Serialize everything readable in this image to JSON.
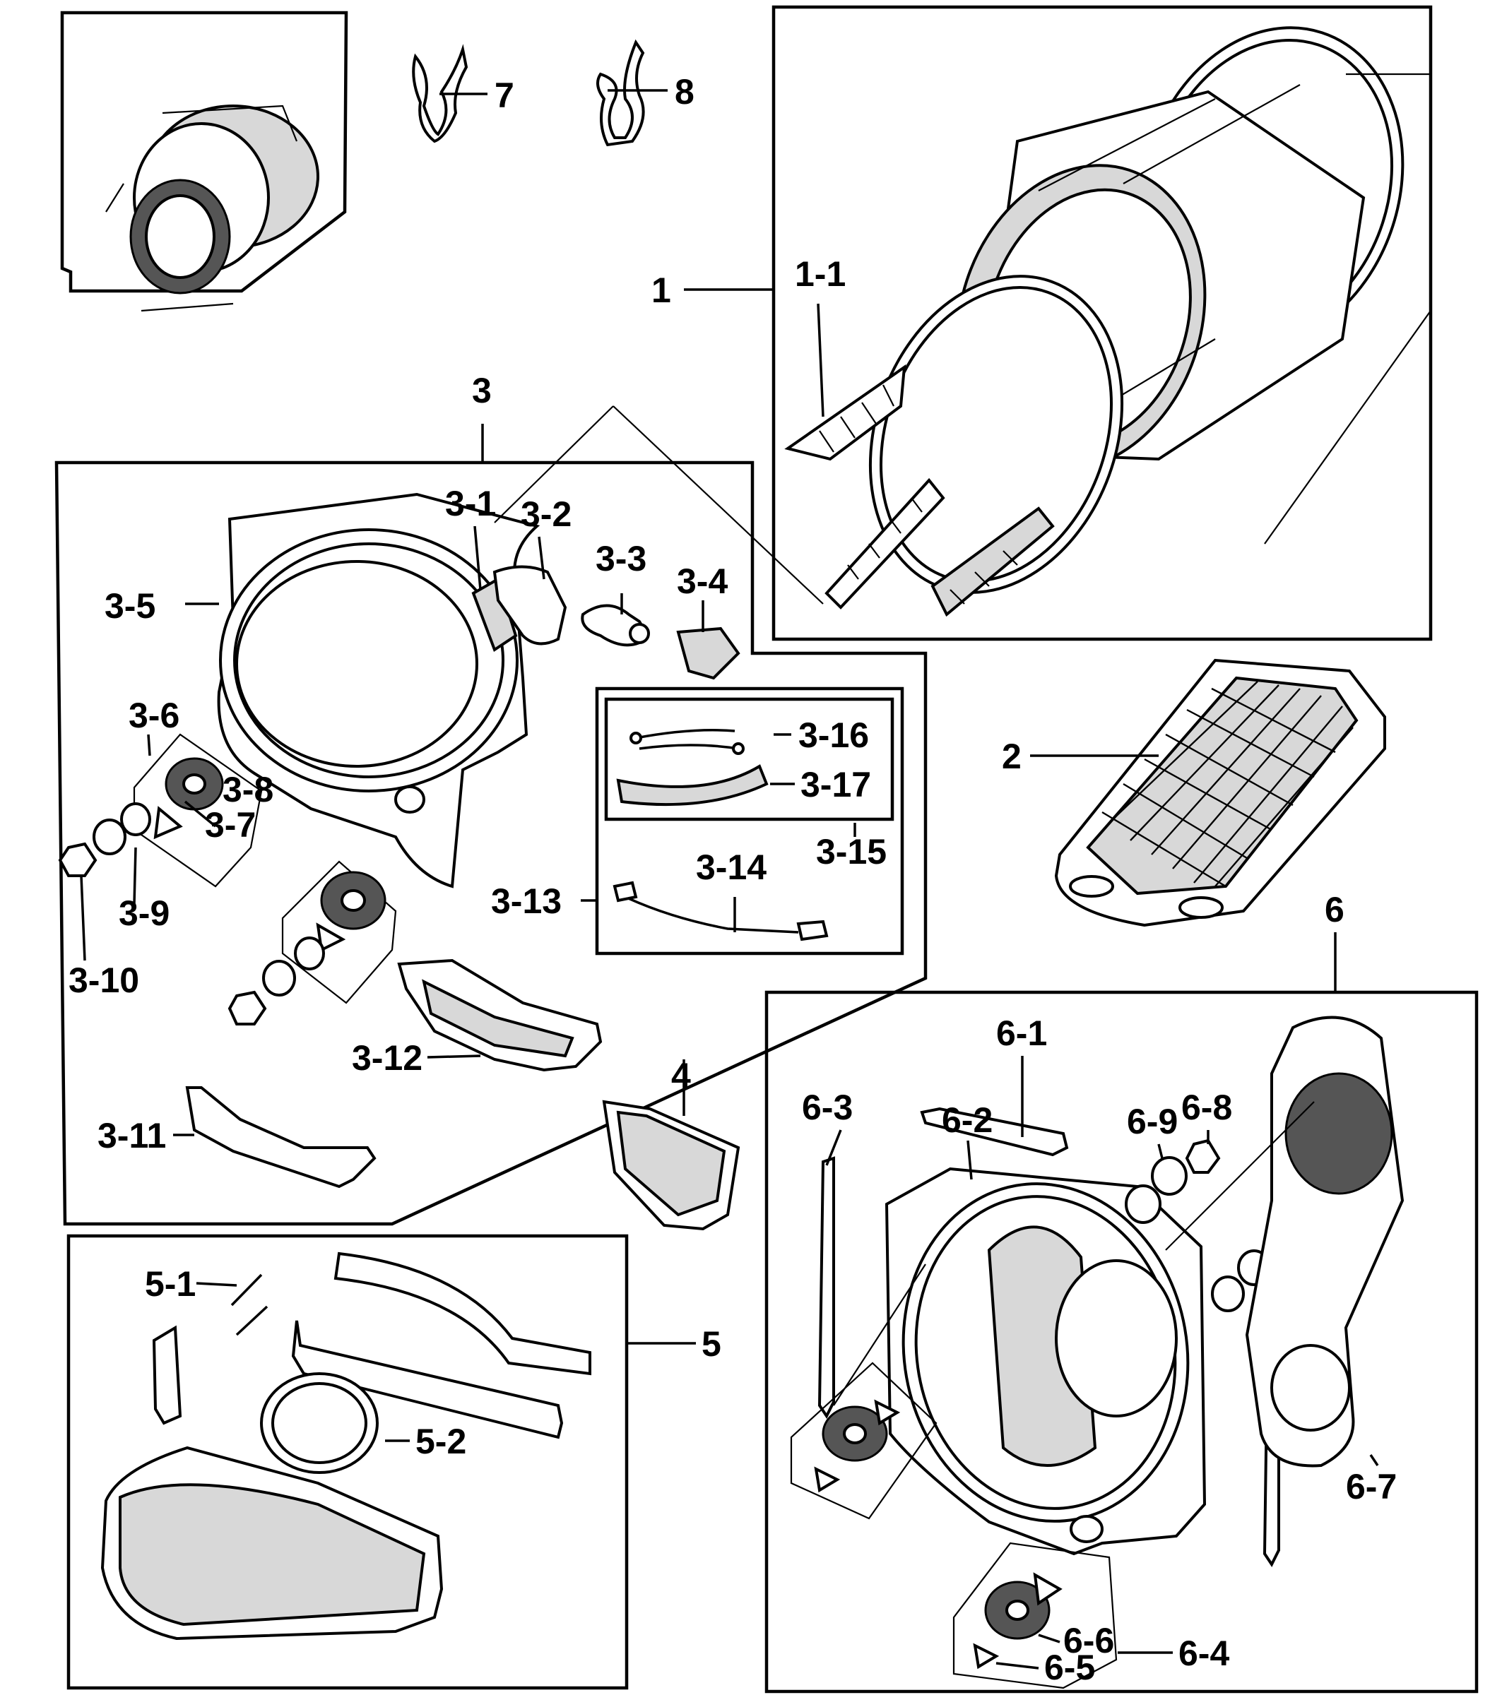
{
  "labels": {
    "p1": "1",
    "p1_1": "1-1",
    "p2": "2",
    "p3": "3",
    "p3_1": "3-1",
    "p3_2": "3-2",
    "p3_3": "3-3",
    "p3_4": "3-4",
    "p3_5": "3-5",
    "p3_6": "3-6",
    "p3_7": "3-7",
    "p3_8": "3-8",
    "p3_9": "3-9",
    "p3_10": "3-10",
    "p3_11": "3-11",
    "p3_12": "3-12",
    "p3_13": "3-13",
    "p3_14": "3-14",
    "p3_15": "3-15",
    "p3_16": "3-16",
    "p3_17": "3-17",
    "p4": "4",
    "p5": "5",
    "p5_1": "5-1",
    "p5_2": "5-2",
    "p6": "6",
    "p6_1": "6-1",
    "p6_2": "6-2",
    "p6_3": "6-3",
    "p6_4": "6-4",
    "p6_5": "6-5",
    "p6_6": "6-6",
    "p6_7": "6-7",
    "p6_8": "6-8",
    "p6_9": "6-9",
    "p7": "7",
    "p8": "8"
  }
}
